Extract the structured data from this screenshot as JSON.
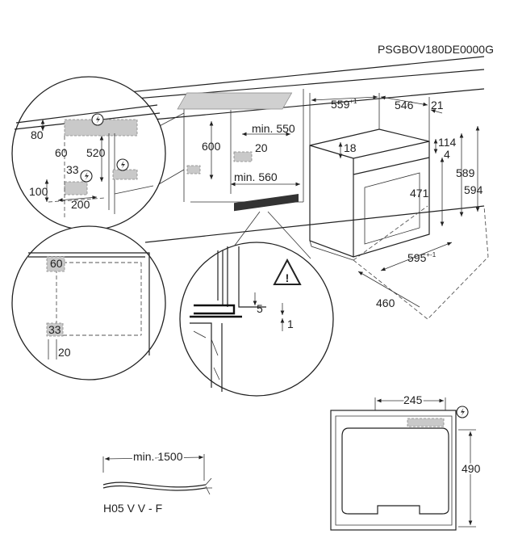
{
  "model_code": "PSGBOV180DE0000G",
  "detail_top_left": {
    "d80": "80",
    "d60": "60",
    "d520": "520",
    "d33": "33",
    "d100": "100",
    "d200": "200"
  },
  "cabinet": {
    "d600": "600",
    "min550": "min. 550",
    "d20": "20",
    "min560": "min. 560"
  },
  "oven": {
    "d559": "559",
    "d559_tol": "+1",
    "d546": "546",
    "d21": "21",
    "d18": "18",
    "d114": "114",
    "d4": "4",
    "d471": "471",
    "d589": "589",
    "d594": "594",
    "d595": "595",
    "d595_tol": "+-1",
    "d460": "460"
  },
  "detail_bottom_left": {
    "d60": "60",
    "d33": "33",
    "d20": "20"
  },
  "detail_center": {
    "d5": "5",
    "d1": "1"
  },
  "cable": {
    "length": "min. 1500",
    "type": "H05 V V - F"
  },
  "rear_view": {
    "d245": "245",
    "d490": "490"
  }
}
